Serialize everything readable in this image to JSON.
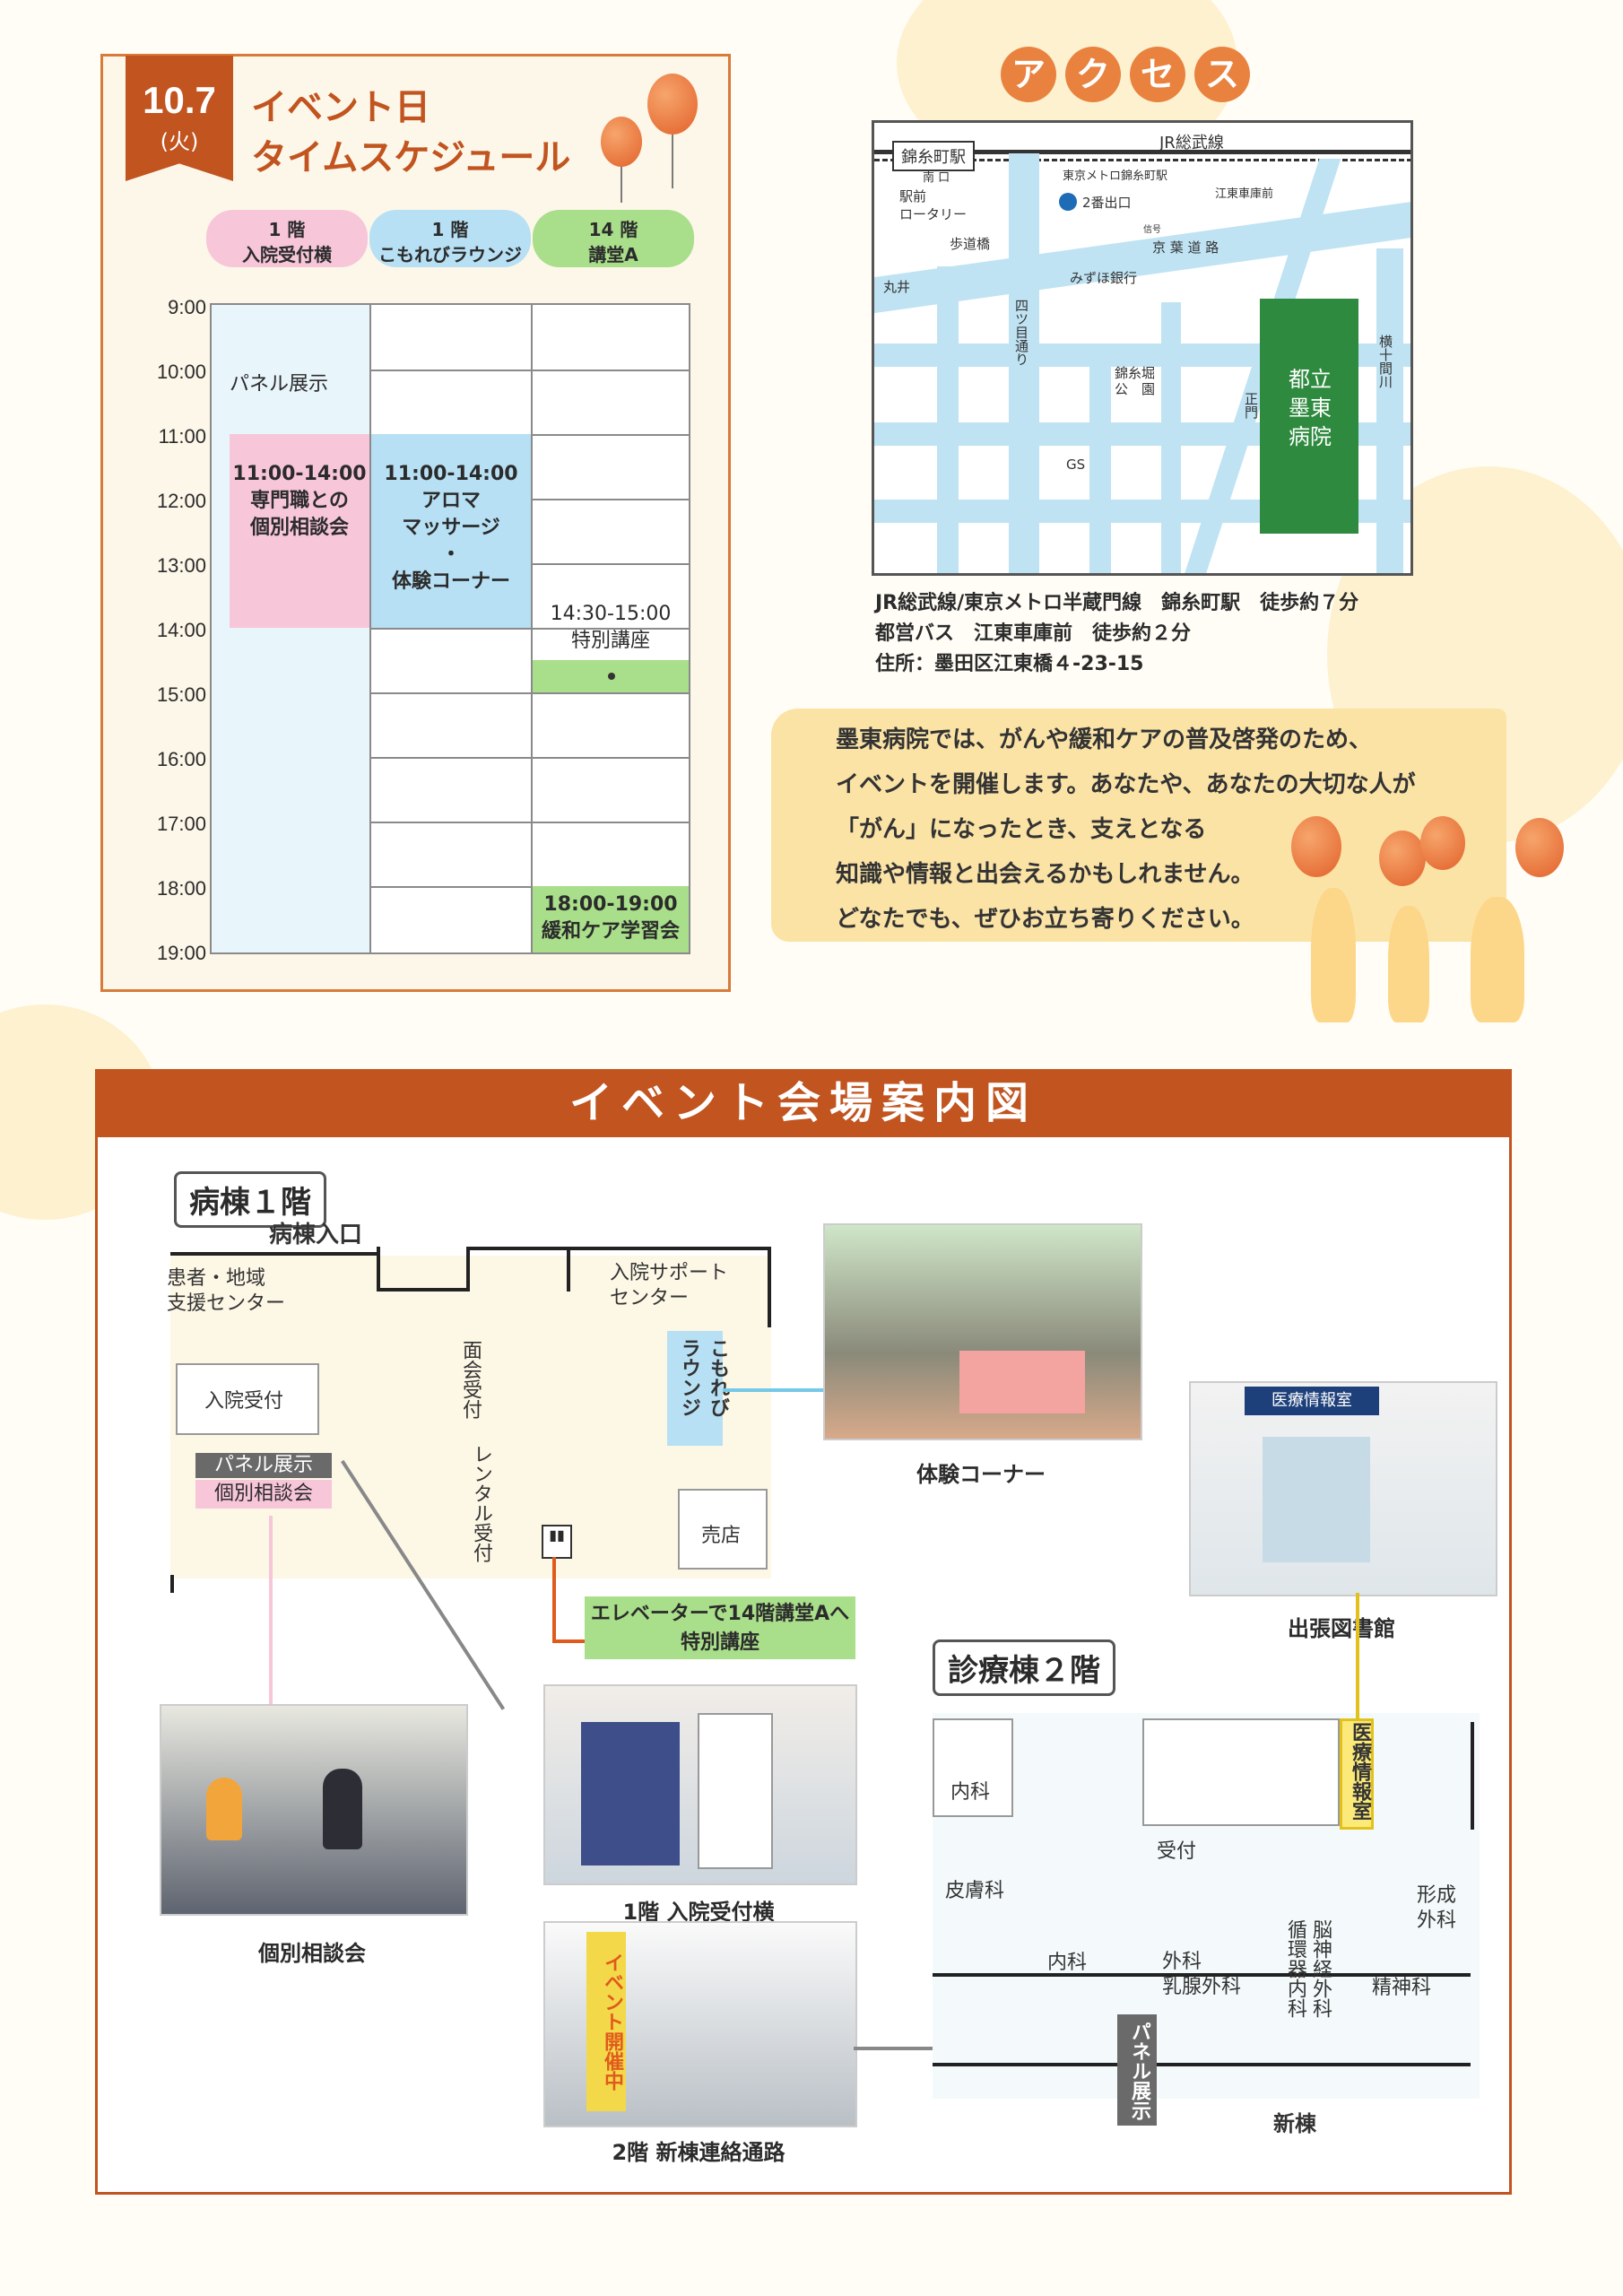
{
  "schedule": {
    "date": "10.7",
    "weekday": "(火)",
    "title_line1": "イベント日",
    "title_line2": "タイムスケジュール",
    "columns": [
      {
        "line1": "1 階",
        "line2": "入院受付横"
      },
      {
        "line1": "1 階",
        "line2": "こもれびラウンジ"
      },
      {
        "line1": "14 階",
        "line2": "講堂A"
      }
    ],
    "times": [
      "9:00",
      "10:00",
      "11:00",
      "12:00",
      "13:00",
      "14:00",
      "15:00",
      "16:00",
      "17:00",
      "18:00",
      "19:00"
    ],
    "events": {
      "panel": "パネル展示",
      "consult_time": "11:00-14:00",
      "consult_l1": "専門職との",
      "consult_l2": "個別相談会",
      "aroma_time": "11:00-14:00",
      "aroma_l1": "アロマ",
      "aroma_l2": "マッサージ",
      "aroma_dot": "・",
      "aroma_l3": "体験コーナー",
      "lecture_time": "14:30-15:00",
      "lecture_name": "特別講座",
      "care_time": "18:00-19:00",
      "care_name": "緩和ケア学習会"
    }
  },
  "access": {
    "heading": [
      "ア",
      "ク",
      "セ",
      "ス"
    ],
    "map": {
      "station": "錦糸町駅",
      "south_exit": "南 口",
      "jr": "JR総武線",
      "metro": "東京メトロ錦糸町駅",
      "exit2": "2番出口",
      "rotary": "駅前\nロータリー",
      "footbridge": "歩道橋",
      "bus_stop": "江東車庫前",
      "signal": "信号",
      "keiyo": "京 葉 道 路",
      "marui": "丸井",
      "mizuho": "みずほ銀行",
      "yotsume": "四ツ目通り",
      "park": "錦糸堀\n公　園",
      "gs": "GS",
      "river": "横十間川",
      "main_gate": "正門",
      "hospital": "都立\n墨東\n病院"
    },
    "info": [
      "JR総武線/東京メトロ半蔵門線　錦糸町駅　徒歩約７分",
      "都営バス　江東車庫前　徒歩約２分",
      "住所：墨田区江東橋４-23-15"
    ]
  },
  "message": [
    "墨東病院では、がんや緩和ケアの普及啓発のため、",
    "イベントを開催します。あなたや、あなたの大切な人が",
    "「がん」になったとき、支えとなる",
    "知識や情報と出会えるかもしれません。",
    "どなたでも、ぜひお立ち寄りください。"
  ],
  "venue": {
    "title": "イベント会場案内図",
    "floor1": {
      "tag": "病棟１階",
      "entrance": "病棟入口",
      "patient_center": "患者・地域\n支援センター",
      "admission": "入院受付",
      "support": "入院サポート\nセンター",
      "visit": "面会受付",
      "rental": "レンタル受付",
      "lounge": "こもれび\nラウンジ",
      "shop": "売店",
      "panel_tag": "パネル展示",
      "consult_tag": "個別相談会",
      "elevator_l1": "エレベーターで14階講堂Aへ",
      "elevator_l2": "特別講座"
    },
    "floor2": {
      "tag": "診療棟２階",
      "naika1": "内科",
      "hifu": "皮膚科",
      "naika2": "内科",
      "geka": "外科\n乳腺外科",
      "junkan": "循環器内科",
      "noushinkei": "脳神経外科",
      "seishin": "精神科",
      "keisei": "形成\n外科",
      "uketsuke": "受付",
      "info_room": "医療情報室",
      "panel": "パネル展示",
      "new_wing": "新棟"
    },
    "photos": {
      "experience": "体験コーナー",
      "library": "出張図書館",
      "library_sign": "医療情報室",
      "consult": "個別相談会",
      "admission_side": "1階 入院受付横",
      "corridor": "2階 新棟連絡通路",
      "banner": "イベント開催中"
    }
  },
  "colors": {
    "accent": "#c1541f",
    "orange": "#e9823f",
    "pink": "#f7c6d9",
    "blue": "#b7e0f4",
    "green": "#a9de8a",
    "hospital_green": "#2e8a3e"
  }
}
